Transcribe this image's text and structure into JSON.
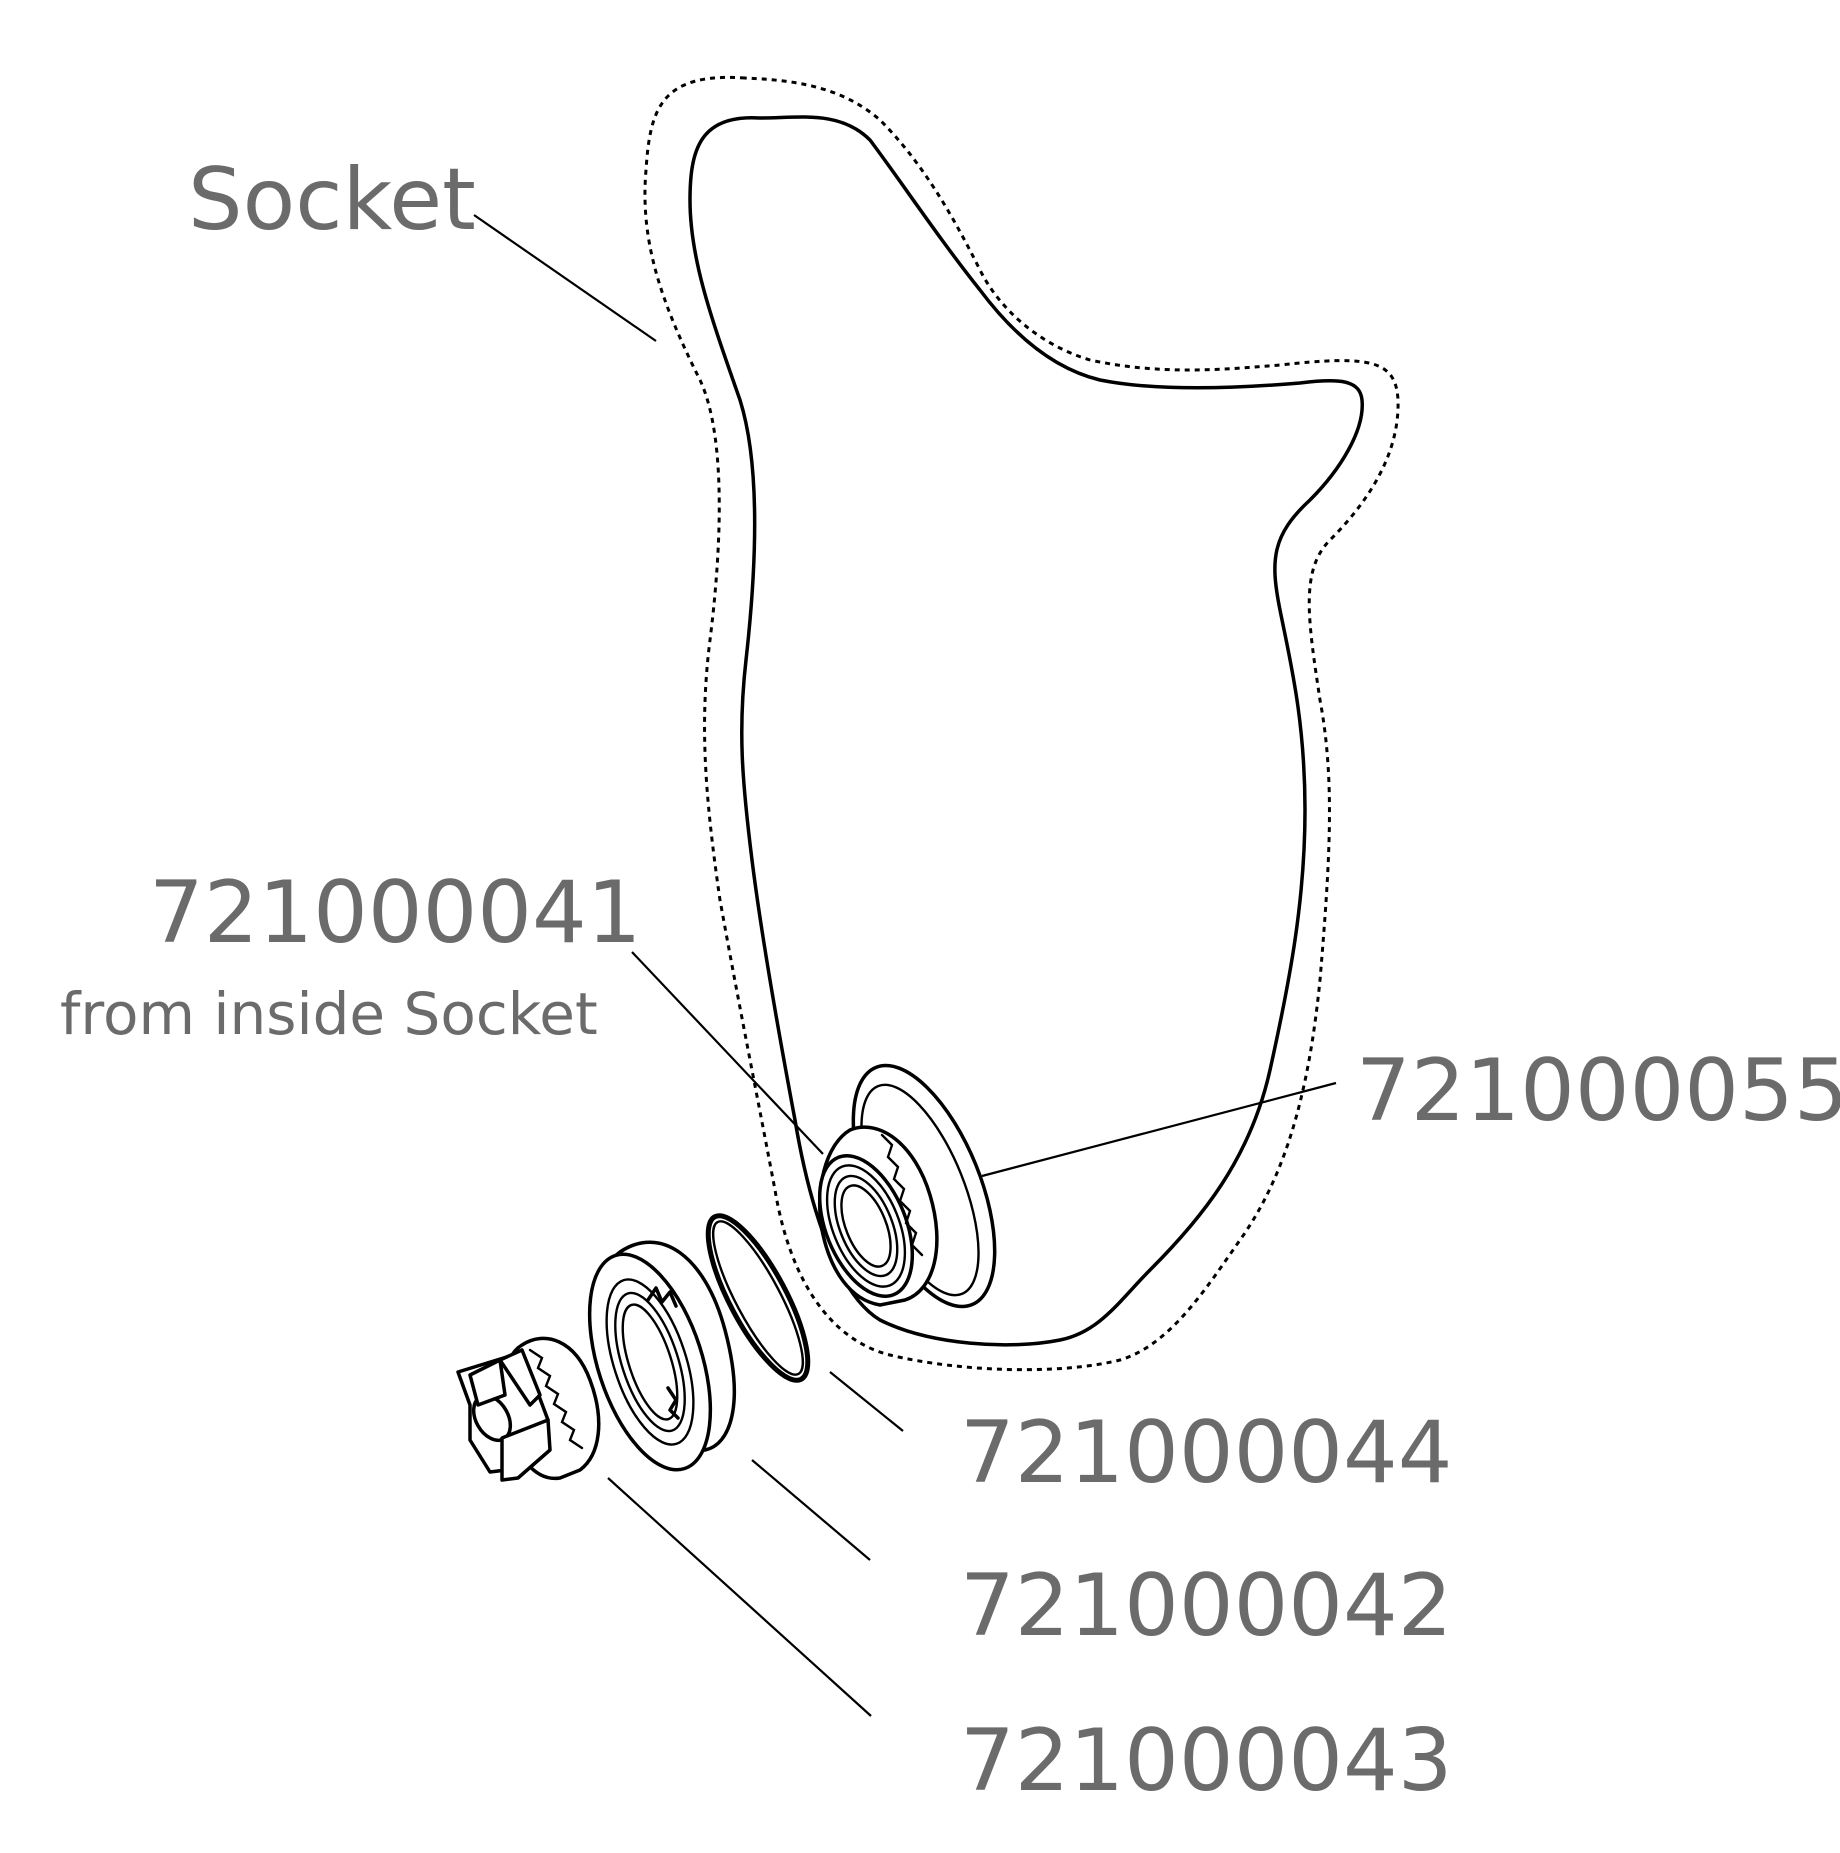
{
  "labels": {
    "socket": "Socket",
    "part_041": "721000041",
    "part_041_note": "from inside Socket",
    "part_055": "721000055",
    "part_044": "721000044",
    "part_042": "721000042",
    "part_043": "721000043"
  }
}
